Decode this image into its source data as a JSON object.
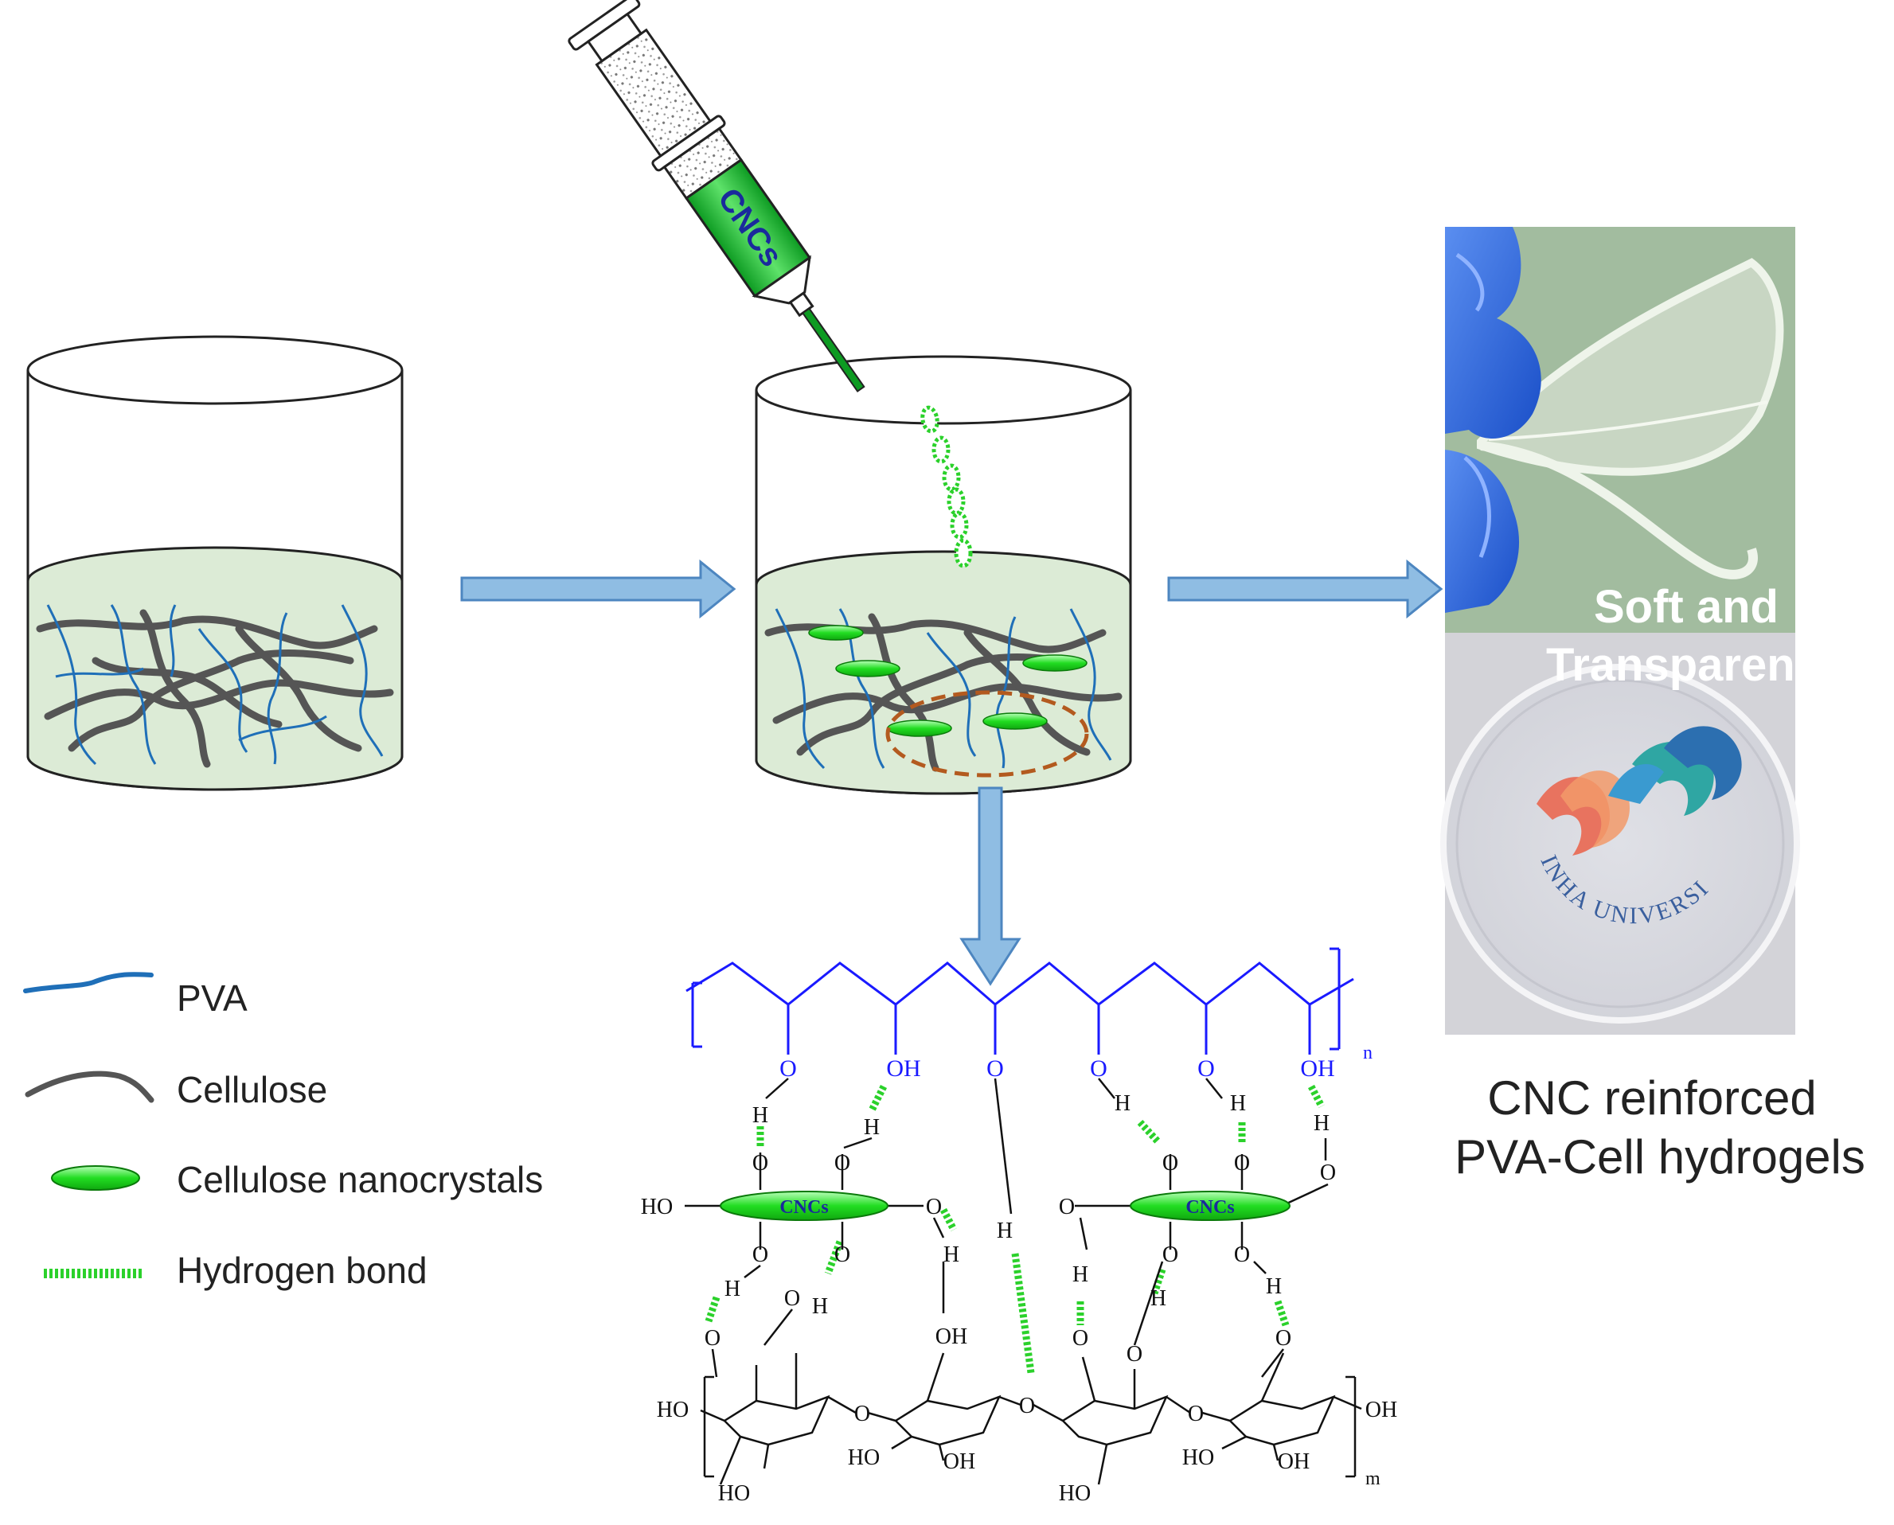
{
  "syringe": {
    "label": "CNCs"
  },
  "photo": {
    "overlay_line1": "Soft and",
    "overlay_line2": "Transparent",
    "logo_text": "INHA UNIVERSITY"
  },
  "caption": {
    "line1": "CNC reinforced",
    "line2": "PVA-Cell hydrogels"
  },
  "legend": {
    "items": [
      {
        "icon": "pva-line",
        "label": "PVA"
      },
      {
        "icon": "cellulose-line",
        "label": "Cellulose"
      },
      {
        "icon": "cnc-ellipse",
        "label": "Cellulose  nanocrystals"
      },
      {
        "icon": "hydrogen-bond-dash",
        "label": "Hydrogen  bond"
      }
    ]
  },
  "chemistry": {
    "pva_atoms": [
      "O",
      "OH",
      "O",
      "O",
      "O",
      "OH"
    ],
    "pva_subscript": "n",
    "cnc_label": "CNCs",
    "cellulose_subscript": "m",
    "labels": {
      "H": "H",
      "O": "O",
      "OH": "OH",
      "HO": "HO"
    }
  },
  "colors": {
    "pva": "#1f6fb8",
    "cellulose": "#555555",
    "cnc_green": "#22dd22",
    "arrow_fill": "#8fbde3",
    "solution": "#dcebd6",
    "chem_blue": "#1a1aff"
  }
}
